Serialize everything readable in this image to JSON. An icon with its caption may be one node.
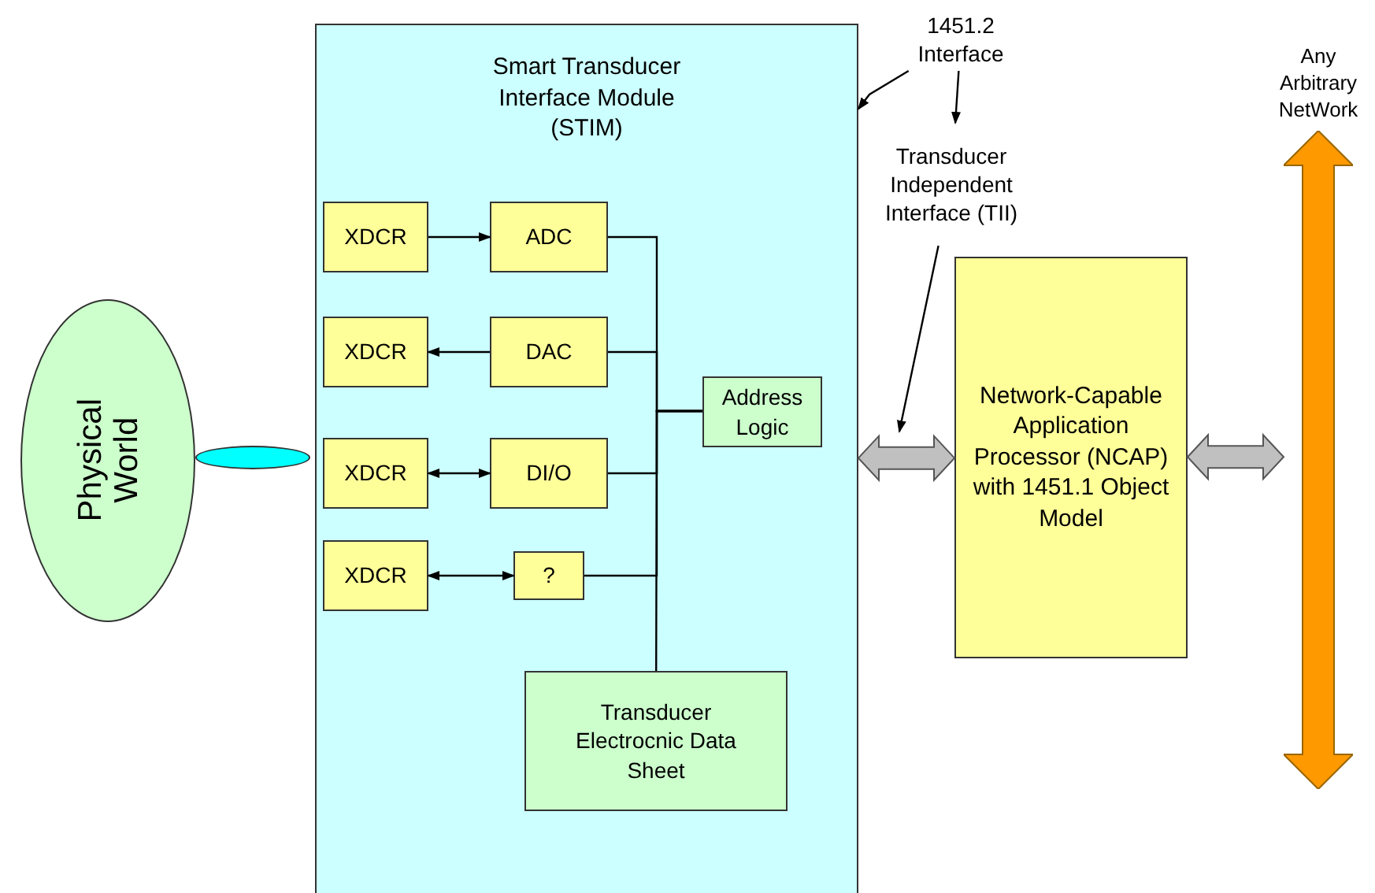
{
  "diagram": {
    "nodes": [
      {
        "text": [
          "Smart Transducer Interface Module (STIM)"
        ]
      },
      {
        "text": [
          "XDCR"
        ],
        "in": 0
      },
      {
        "text": [
          "ADC"
        ],
        "in": 0
      },
      {
        "text": [
          "XDCR"
        ],
        "in": 0
      },
      {
        "text": [
          "DAC"
        ],
        "in": 0
      },
      {
        "text": [
          "XDCR"
        ],
        "in": 0
      },
      {
        "text": [
          "DI/O"
        ],
        "in": 0
      },
      {
        "text": [
          "XDCR"
        ],
        "in": 0
      },
      {
        "text": [
          "?"
        ],
        "in": 0
      },
      {
        "text": [
          "Address Logic"
        ],
        "in": 0
      },
      {
        "text": [
          "Transducer Electrocnic Data Sheet"
        ],
        "in": 0
      },
      {
        "text": [
          "Physical World"
        ]
      },
      {
        "text": [],
        "shape": "ellipse"
      },
      {
        "text": [
          "Network-Capable Application Processor (NCAP) with 1451.1 Object Model"
        ]
      },
      {
        "text": [
          "1451.2 Interface"
        ]
      },
      {
        "text": [
          "Transducer Independent Interface (TII)"
        ]
      },
      {
        "text": [],
        "shape": "arrow",
        "beside": [
          "Any Arbitrary NetWork"
        ]
      }
    ],
    "edges": [
      {
        "from": 1,
        "to": 2,
        "arrow": "to"
      },
      {
        "from": 4,
        "to": 3,
        "arrow": "to"
      },
      {
        "from": 5,
        "to": 6,
        "arrow": "both"
      },
      {
        "from": 7,
        "to": 8,
        "arrow": "both"
      },
      {
        "from": 2,
        "to": 9,
        "arrow": "none"
      },
      {
        "from": 4,
        "to": 9,
        "arrow": "none"
      },
      {
        "from": 6,
        "to": 9,
        "arrow": "none"
      },
      {
        "from": 8,
        "to": 9,
        "arrow": "none"
      },
      {
        "from": 10,
        "to": 9,
        "arrow": "none"
      },
      {
        "from": 0,
        "to": 13,
        "arrow": "both",
        "style": "thick",
        "color": "#c0c0c0"
      },
      {
        "from": 13,
        "to": 16,
        "arrow": "both",
        "style": "thick",
        "color": "#c0c0c0"
      },
      {
        "from": 14,
        "to": 0,
        "arrow": "to"
      },
      {
        "from": 14,
        "to": 15,
        "arrow": "to"
      },
      {
        "from": 15,
        "to": null,
        "arrow": "to"
      }
    ]
  }
}
